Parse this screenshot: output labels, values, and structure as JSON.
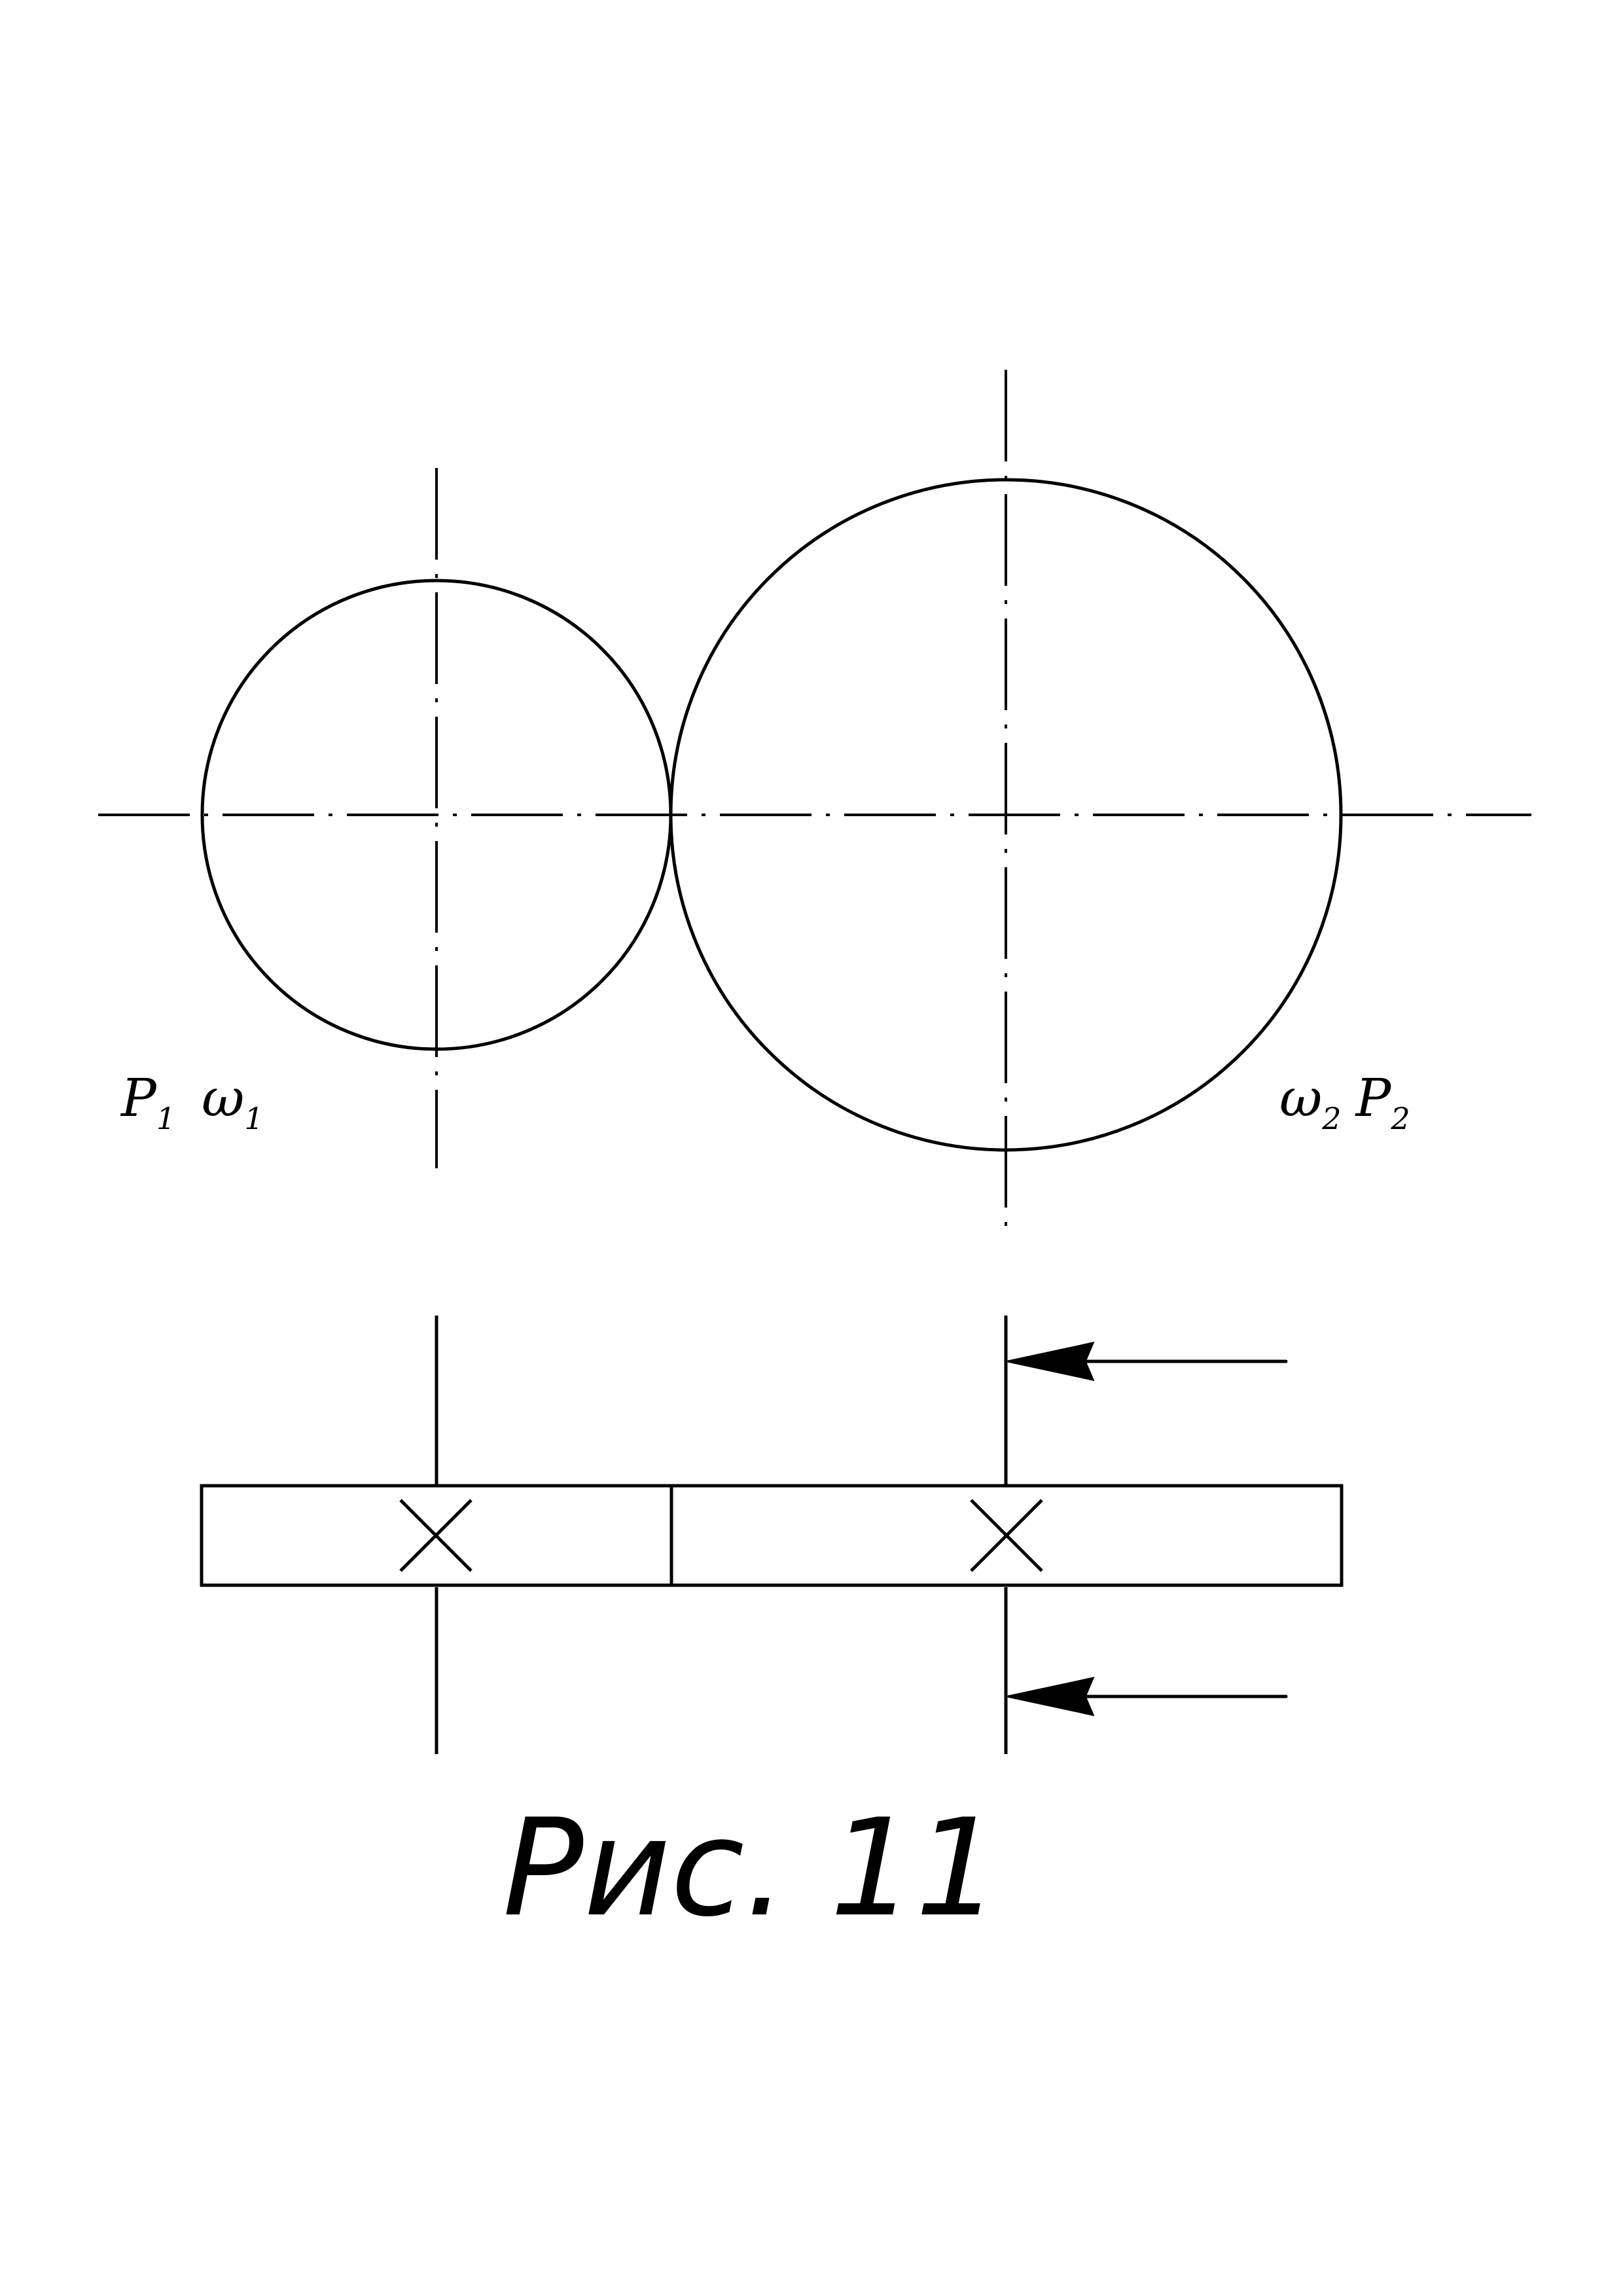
{
  "labels": {
    "left_gear": {
      "power": "P",
      "power_sub": "1",
      "omega": "ω",
      "omega_sub": "1"
    },
    "right_gear": {
      "omega": "ω",
      "omega_sub": "2",
      "power": "P",
      "power_sub": "2"
    }
  },
  "caption": "Рис. 11"
}
